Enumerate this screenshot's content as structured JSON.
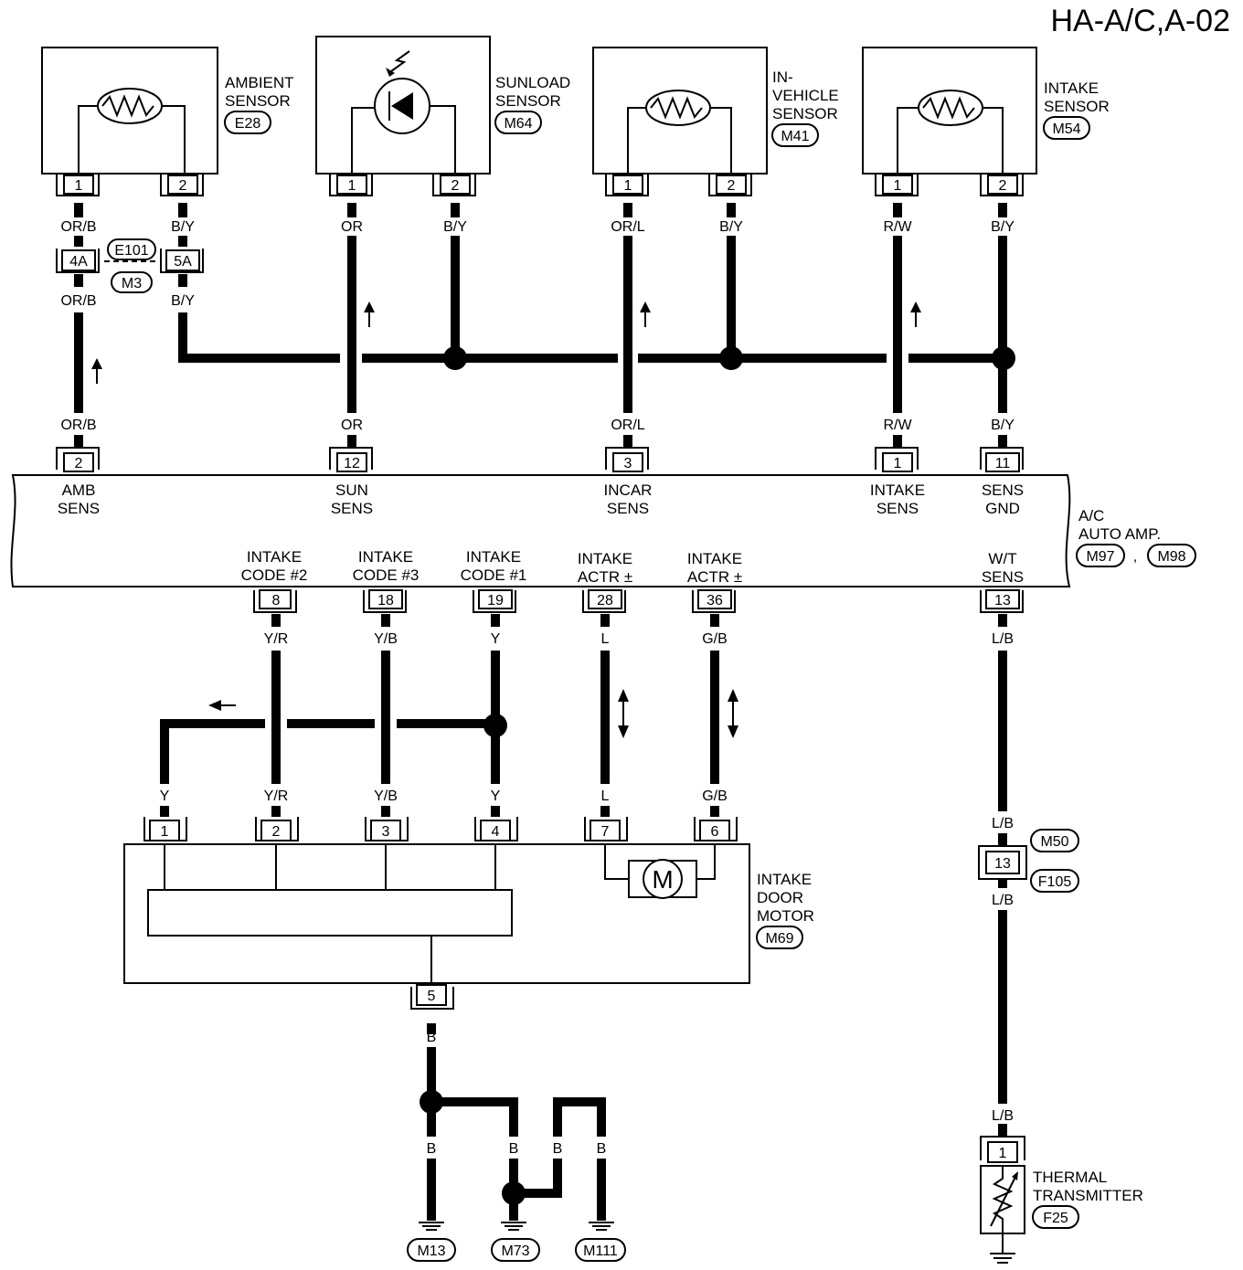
{
  "title": "HA-A/C,A-02",
  "sensors": {
    "ambient": {
      "line1": "AMBIENT",
      "line2": "SENSOR",
      "connector": "E28",
      "pin1": "1",
      "pin2": "2",
      "wire1": "OR/B",
      "wire2": "B/Y"
    },
    "sunload": {
      "line1": "SUNLOAD",
      "line2": "SENSOR",
      "connector": "M64",
      "pin1": "1",
      "pin2": "2",
      "wire1": "OR",
      "wire2": "B/Y"
    },
    "invehicle": {
      "line1": "IN-",
      "line2": "VEHICLE",
      "line3": "SENSOR",
      "connector": "M41",
      "pin1": "1",
      "pin2": "2",
      "wire1": "OR/L",
      "wire2": "B/Y"
    },
    "intake": {
      "line1": "INTAKE",
      "line2": "SENSOR",
      "connector": "M54",
      "pin1": "1",
      "pin2": "2",
      "wire1": "R/W",
      "wire2": "B/Y"
    }
  },
  "joint": {
    "pin_a": "4A",
    "pin_b": "5A",
    "conn_top": "E101",
    "conn_bottom": "M3",
    "wire_a": "OR/B",
    "wire_b": "B/Y"
  },
  "amp": {
    "name1": "A/C",
    "name2": "AUTO AMP.",
    "conn1": "M97",
    "sep": ",",
    "conn2": "M98",
    "top_pins": [
      {
        "wire": "OR/B",
        "pin": "2",
        "l1": "AMB",
        "l2": "SENS"
      },
      {
        "wire": "OR",
        "pin": "12",
        "l1": "SUN",
        "l2": "SENS"
      },
      {
        "wire": "OR/L",
        "pin": "3",
        "l1": "INCAR",
        "l2": "SENS"
      },
      {
        "wire": "R/W",
        "pin": "1",
        "l1": "INTAKE",
        "l2": "SENS"
      },
      {
        "wire": "B/Y",
        "pin": "11",
        "l1": "SENS",
        "l2": "GND"
      }
    ],
    "bottom_pins": [
      {
        "l1": "INTAKE",
        "l2": "CODE #2",
        "pin": "8",
        "wire": "Y/R"
      },
      {
        "l1": "INTAKE",
        "l2": "CODE #3",
        "pin": "18",
        "wire": "Y/B"
      },
      {
        "l1": "INTAKE",
        "l2": "CODE #1",
        "pin": "19",
        "wire": "Y"
      },
      {
        "l1": "INTAKE",
        "l2": "ACTR ±",
        "pin": "28",
        "wire": "L"
      },
      {
        "l1": "INTAKE",
        "l2": "ACTR ±",
        "pin": "36",
        "wire": "G/B"
      },
      {
        "l1": "W/T",
        "l2": "SENS",
        "pin": "13",
        "wire": "L/B"
      }
    ]
  },
  "motor": {
    "line1": "INTAKE",
    "line2": "DOOR",
    "line3": "MOTOR",
    "connector": "M69",
    "symbol": "M",
    "pins": [
      {
        "pin": "1",
        "wire": "Y"
      },
      {
        "pin": "2",
        "wire": "Y/R"
      },
      {
        "pin": "3",
        "wire": "Y/B"
      },
      {
        "pin": "4",
        "wire": "Y"
      },
      {
        "pin": "7",
        "wire": "L"
      },
      {
        "pin": "6",
        "wire": "G/B"
      }
    ],
    "ground_pin": "5",
    "ground_wire": "B"
  },
  "grounds": {
    "wire": "B",
    "g1": "M13",
    "g2": "M73",
    "g3": "M111"
  },
  "mid_connector": {
    "top": "M50",
    "pin": "13",
    "bottom": "F105",
    "wire": "L/B"
  },
  "thermal": {
    "line1": "THERMAL",
    "line2": "TRANSMITTER",
    "connector": "F25",
    "pin": "1",
    "wire": "L/B"
  }
}
